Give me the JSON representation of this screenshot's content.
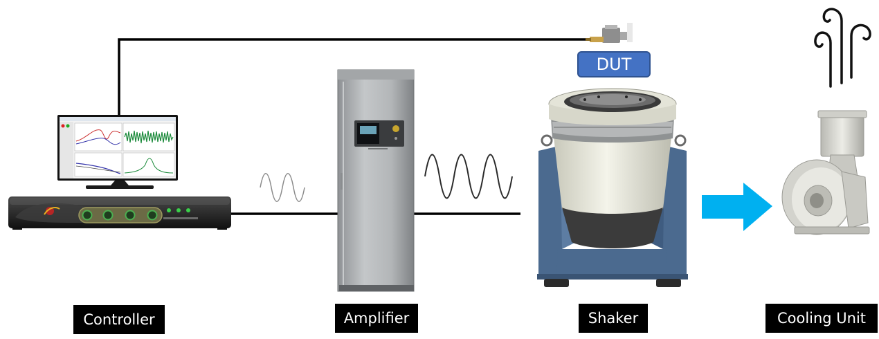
{
  "labels": {
    "controller": "Controller",
    "amplifier": "Amplifier",
    "shaker": "Shaker",
    "cooling_unit": "Cooling Unit",
    "dut": "DUT"
  },
  "colors": {
    "line": "#000000",
    "arrow": "#00b0f0",
    "dut_badge": "#4472c4",
    "label_bg": "#000000",
    "amplifier_cabinet": "#b9bcbe",
    "shaker_body": "#eeeede",
    "shaker_frame": "#4b6a8f",
    "cooling_unit_body": "#dcdcd6"
  },
  "icons": {
    "signal_small": "sine-wave-icon",
    "signal_large": "sine-wave-icon",
    "airflow": "airflow-icon",
    "flow_arrow": "right-arrow-icon",
    "sensor": "accelerometer-icon"
  }
}
